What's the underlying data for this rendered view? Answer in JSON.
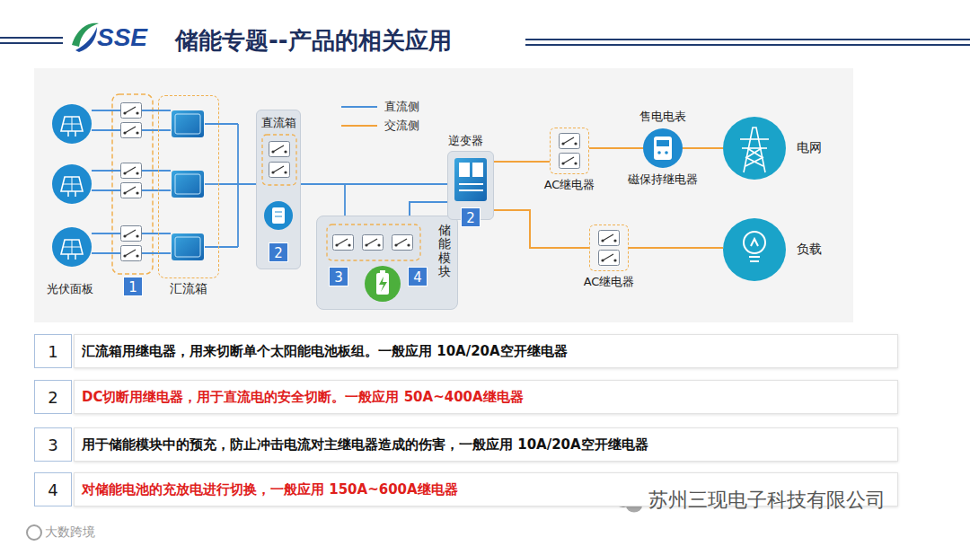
{
  "diagram": {
    "title": "储能专题--产品的相关应用",
    "nodes": [
      {
        "text": [
          "汇流箱"
        ]
      },
      {
        "text": [
          "直流箱"
        ]
      },
      {
        "text": [
          "储能模块"
        ]
      },
      {
        "text": [
          "逆变器"
        ]
      },
      {
        "text": [
          "AC继电器"
        ]
      },
      {
        "text": [
          "售电电表",
          "磁保持继电器"
        ]
      },
      {
        "text": [
          "电网"
        ]
      },
      {
        "text": [
          "AC继电器"
        ]
      },
      {
        "text": [
          "负载"
        ]
      },
      {
        "text": [
          "1"
        ]
      },
      {
        "text": [
          "汇流箱用继电器，用来切断单个太阳能电池板组。一般应用 10A/20A空开继电器"
        ]
      },
      {
        "text": [
          "2"
        ]
      },
      {
        "text": [
          "DC切断用继电器，用于直流电的安全切断。一般应用 50A~400A继电器"
        ]
      },
      {
        "text": [
          "3"
        ]
      },
      {
        "text": [
          "用于储能模块中的预充，防止冲击电流对主继电器造成的伤害，一般应用 10A/20A空开继电器"
        ]
      },
      {
        "text": [
          "4"
        ]
      },
      {
        "text": [
          "对储能电池的充放电进行切换，一般应用 150A~600A继电器"
        ]
      }
    ],
    "edges": [
      {
        "from": 0,
        "to": 1,
        "arrow": "none"
      },
      {
        "from": 1,
        "to": 3,
        "arrow": "none"
      },
      {
        "from": 2,
        "to": 3,
        "arrow": "none"
      },
      {
        "from": 3,
        "to": 4,
        "arrow": "none"
      },
      {
        "from": 4,
        "to": 5,
        "arrow": "none"
      },
      {
        "from": 5,
        "to": 6,
        "arrow": "none"
      },
      {
        "from": 3,
        "to": 7,
        "arrow": "none"
      },
      {
        "from": 7,
        "to": 8,
        "arrow": "none"
      }
    ],
    "labels": [
      "SSE",
      "光伏面板",
      "1",
      "2",
      "3",
      "4",
      "2",
      "苏州三现电子科技有限公司",
      "大数跨境"
    ],
    "legend": [
      {
        "text": "直流侧",
        "color": "#4a90d9"
      },
      {
        "text": "交流侧",
        "color": "#f2a23a"
      }
    ]
  }
}
